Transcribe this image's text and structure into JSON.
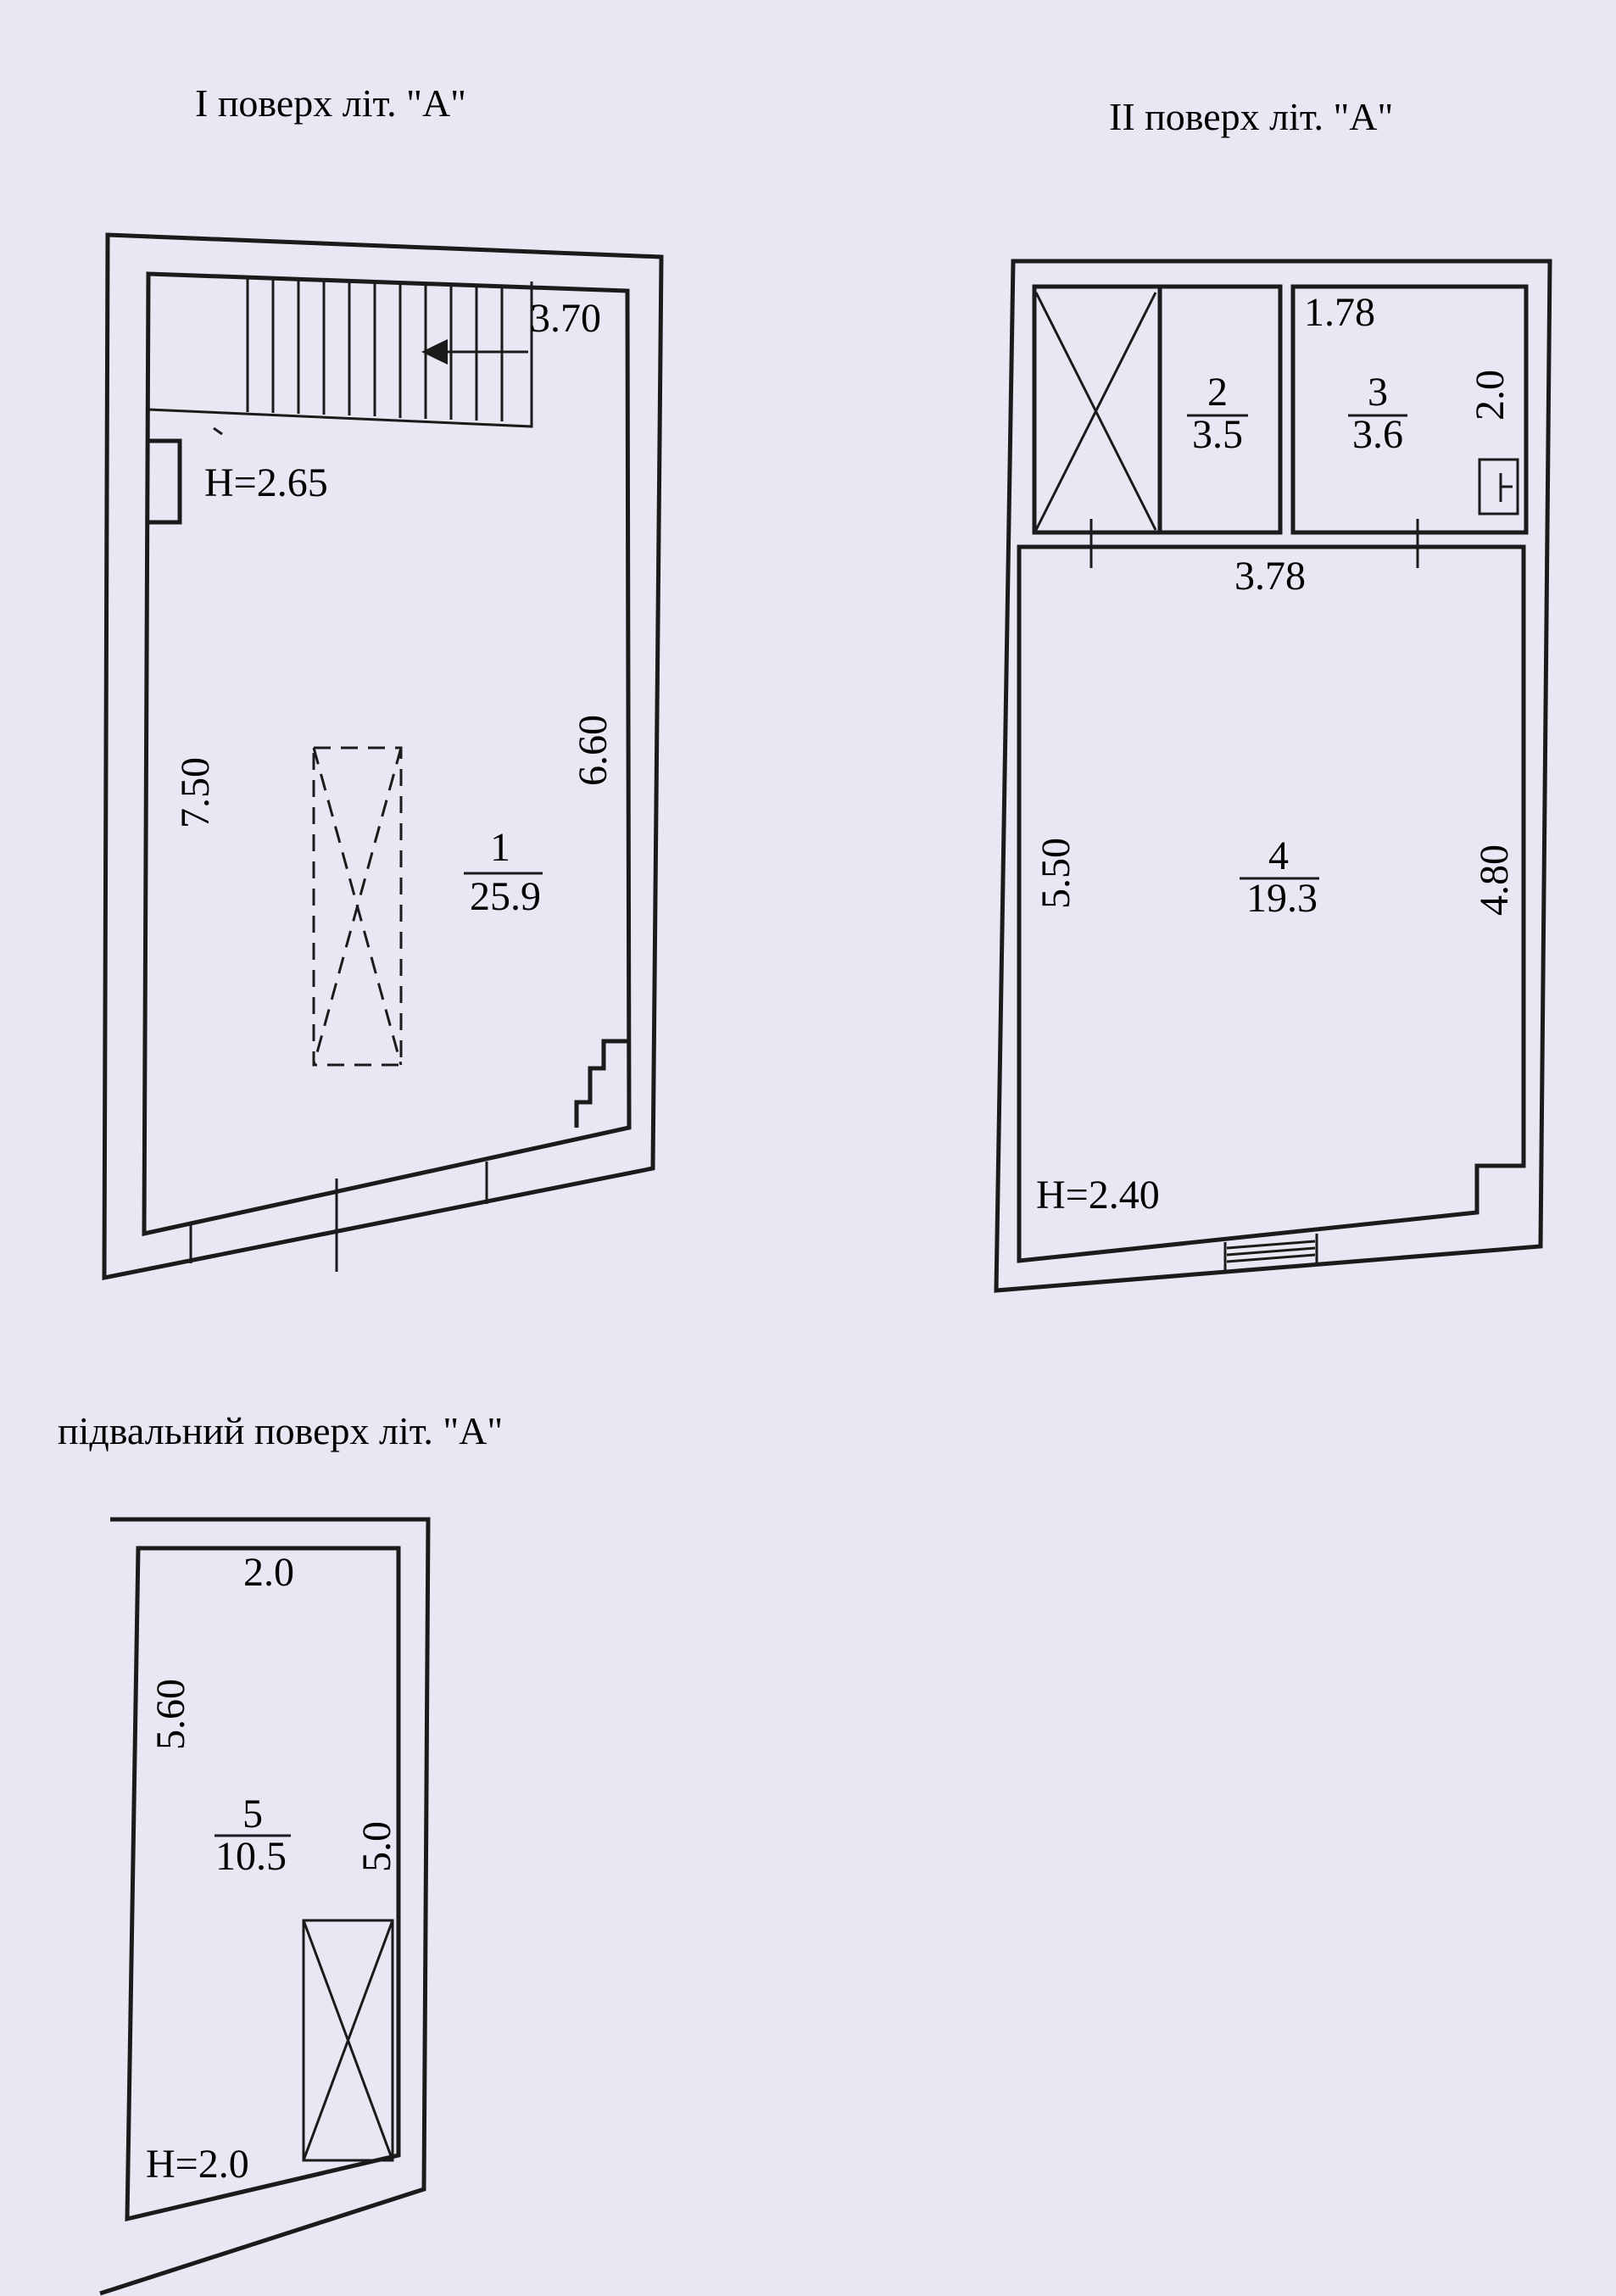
{
  "floor1": {
    "title": "I поверх літ. \"А\"",
    "stair_width": "3.70",
    "height": "H=2.65",
    "dim_left": "7.50",
    "dim_right": "6.60",
    "room": {
      "number": "1",
      "area": "25.9"
    }
  },
  "floor2": {
    "title": "II поверх літ. \"А\"",
    "room2": {
      "number": "2",
      "area": "3.5"
    },
    "room3": {
      "number": "3",
      "area": "3.6",
      "width": "1.78",
      "depth": "2.0"
    },
    "room4": {
      "number": "4",
      "area": "19.3",
      "width": "3.78",
      "dim_left": "5.50",
      "dim_right": "4.80"
    },
    "height": "H=2.40"
  },
  "basement": {
    "title": "підвальний поверх літ. \"А\"",
    "width": "2.0",
    "dim_left": "5.60",
    "dim_right": "5.0",
    "room": {
      "number": "5",
      "area": "10.5"
    },
    "height": "H=2.0"
  }
}
